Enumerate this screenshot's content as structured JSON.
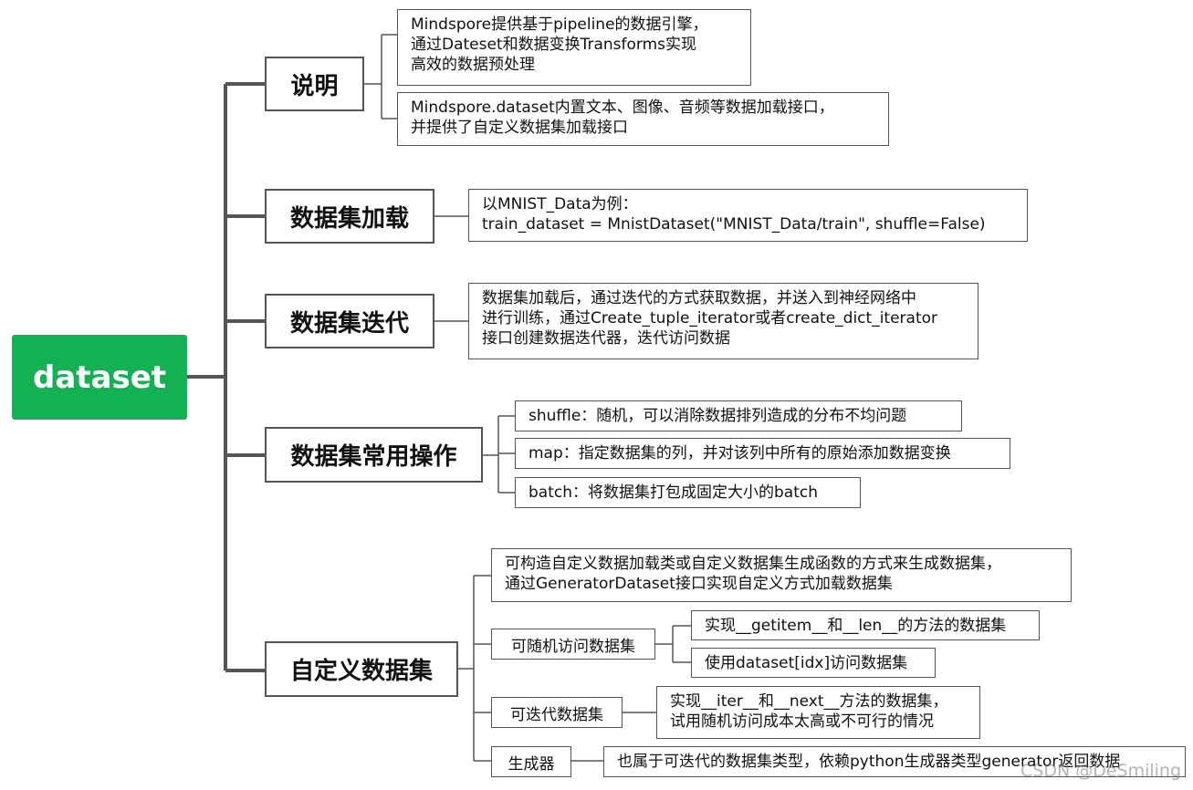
{
  "root": {
    "label": "dataset"
  },
  "branches": [
    {
      "title": "说明",
      "items": [
        {
          "lines": [
            "Mindspore提供基于pipeline的数据引擎，",
            "通过Dateset和数据变换Transforms实现",
            "高效的数据预处理"
          ]
        },
        {
          "lines": [
            "Mindspore.dataset内置文本、图像、音频等数据加载接口，",
            "并提供了自定义数据集加载接口"
          ]
        }
      ]
    },
    {
      "title": "数据集加载",
      "items": [
        {
          "lines": [
            "以MNIST_Data为例：",
            "train_dataset = MnistDataset(\"MNIST_Data/train\", shuffle=False)"
          ]
        }
      ]
    },
    {
      "title": "数据集迭代",
      "items": [
        {
          "lines": [
            "数据集加载后，通过迭代的方式获取数据，并送入到神经网络中",
            "进行训练，通过Create_tuple_iterator或者create_dict_iterator",
            "接口创建数据迭代器，迭代访问数据"
          ]
        }
      ]
    },
    {
      "title": "数据集常用操作",
      "items": [
        {
          "lines": [
            "shuffle：随机，可以消除数据排列造成的分布不均问题"
          ]
        },
        {
          "lines": [
            "map：指定数据集的列，并对该列中所有的原始添加数据变换"
          ]
        },
        {
          "lines": [
            "batch：将数据集打包成固定大小的batch"
          ]
        }
      ]
    },
    {
      "title": "自定义数据集",
      "items": [
        {
          "lines": [
            "可构造自定义数据加载类或自定义数据集生成函数的方式来生成数据集，",
            "通过GeneratorDataset接口实现自定义方式加载数据集"
          ]
        },
        {
          "label": "可随机访问数据集",
          "children": [
            {
              "lines": [
                "实现__getitem__和__len__的方法的数据集"
              ]
            },
            {
              "lines": [
                "使用dataset[idx]访问数据集"
              ]
            }
          ]
        },
        {
          "label": "可迭代数据集",
          "children": [
            {
              "lines": [
                "实现__iter__和__next__方法的数据集，",
                "试用随机访问成本太高或不可行的情况"
              ]
            }
          ]
        },
        {
          "label": "生成器",
          "children": [
            {
              "lines": [
                "也属于可迭代的数据集类型，依赖python生成器类型generator返回数据"
              ]
            }
          ]
        }
      ]
    }
  ],
  "watermark": "CSDN @DeSmiling",
  "colors": {
    "root_fill": "#13b152",
    "line": "#555555",
    "border": "#555555"
  }
}
